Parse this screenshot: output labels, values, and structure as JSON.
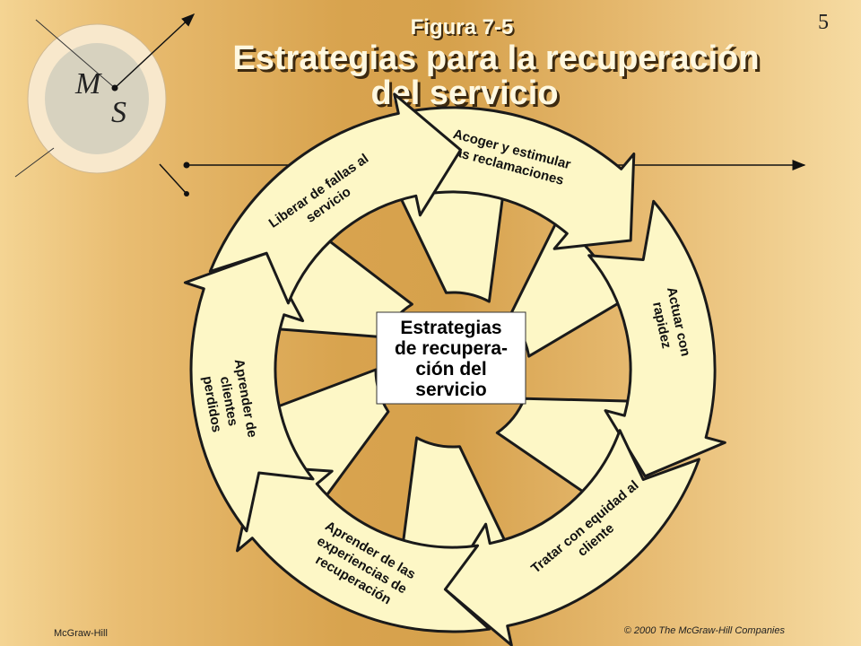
{
  "header": {
    "figure_label": "Figura 7-5",
    "title_line1": "Estrategias para la recuperación",
    "title_line2": "del servicio",
    "page_number": "5"
  },
  "logo": {
    "letter_top": "M",
    "letter_bottom": "S"
  },
  "center": {
    "lines": [
      "Estrategias",
      "de recupera-",
      "ción del",
      "servicio"
    ]
  },
  "cycle_steps": [
    {
      "id": "acoger",
      "lines": [
        "Acoger y estimular",
        "las reclamaciones"
      ]
    },
    {
      "id": "actuar",
      "lines": [
        "Actuar con",
        "rapidez"
      ]
    },
    {
      "id": "tratar",
      "lines": [
        "Tratar con equidad  al",
        "cliente"
      ]
    },
    {
      "id": "experiencias",
      "lines": [
        "Aprender  de las",
        "experiencias  de",
        "recuperación"
      ]
    },
    {
      "id": "clientes",
      "lines": [
        "Aprender de",
        "clientes",
        "perdidos"
      ]
    },
    {
      "id": "liberar",
      "lines": [
        "Liberar de fallas al",
        "servicio"
      ]
    }
  ],
  "footer": {
    "left": "McGraw-Hill",
    "right": "© 2000 The McGraw-Hill Companies"
  },
  "colors": {
    "arrow_fill": "#fdf7c6",
    "title_text": "#fff8e0",
    "outline": "#1a1a1a"
  }
}
